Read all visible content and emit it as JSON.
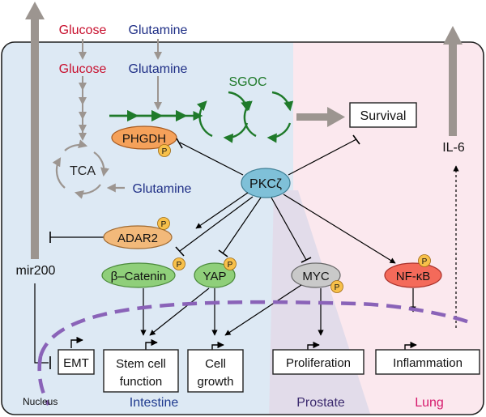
{
  "nutrients": {
    "glucose_outside": "Glucose",
    "glutamine_outside": "Glutamine",
    "glucose_inside": "Glucose",
    "glutamine_inside": "Glutamine",
    "glutamine_tca": "Glutamine"
  },
  "metabolism": {
    "tca": "TCA",
    "sgoc": "SGOC"
  },
  "nodes": {
    "phgdh": "PHGDH",
    "pkc": "PKCζ",
    "adar2": "ADAR2",
    "beta_catenin": "β–Catenin",
    "yap": "YAP",
    "myc": "MYC",
    "nfkb": "NF-κB",
    "phospho": "P"
  },
  "outputs": {
    "survival": "Survival",
    "il6": "IL-6",
    "mir200": "mir200",
    "emt": "EMT",
    "stem_cell_line1": "Stem cell",
    "stem_cell_line2": "function",
    "cell_growth_line1": "Cell",
    "cell_growth_line2": "growth",
    "proliferation": "Proliferation",
    "inflammation": "Inflammation"
  },
  "regions": {
    "nucleus": "Nucleus",
    "intestine": "Intestine",
    "prostate": "Prostate",
    "lung": "Lung"
  },
  "colors": {
    "intestine_bg": "#dde9f4",
    "prostate_bg": "#e2dcea",
    "lung_bg": "#fbe8ee",
    "glucose": "#c8102e",
    "glutamine": "#1f2f86",
    "sgoc": "#1f7a2a",
    "phgdh_fill": "#f5a15a",
    "pkc_fill": "#7fc0d8",
    "adar2_fill": "#f2b97a",
    "catenin_fill": "#8fcf7a",
    "yap_fill": "#8fcf7a",
    "myc_fill": "#c9c9c9",
    "nfkb_fill": "#f46a5a",
    "phospho_fill": "#f7c04a",
    "nucleus_line": "#8a63b8",
    "arrow_gray": "#9c9590",
    "intestine_text": "#1f3a8f",
    "prostate_text": "#3b2a6e",
    "lung_text": "#d61b6d"
  }
}
